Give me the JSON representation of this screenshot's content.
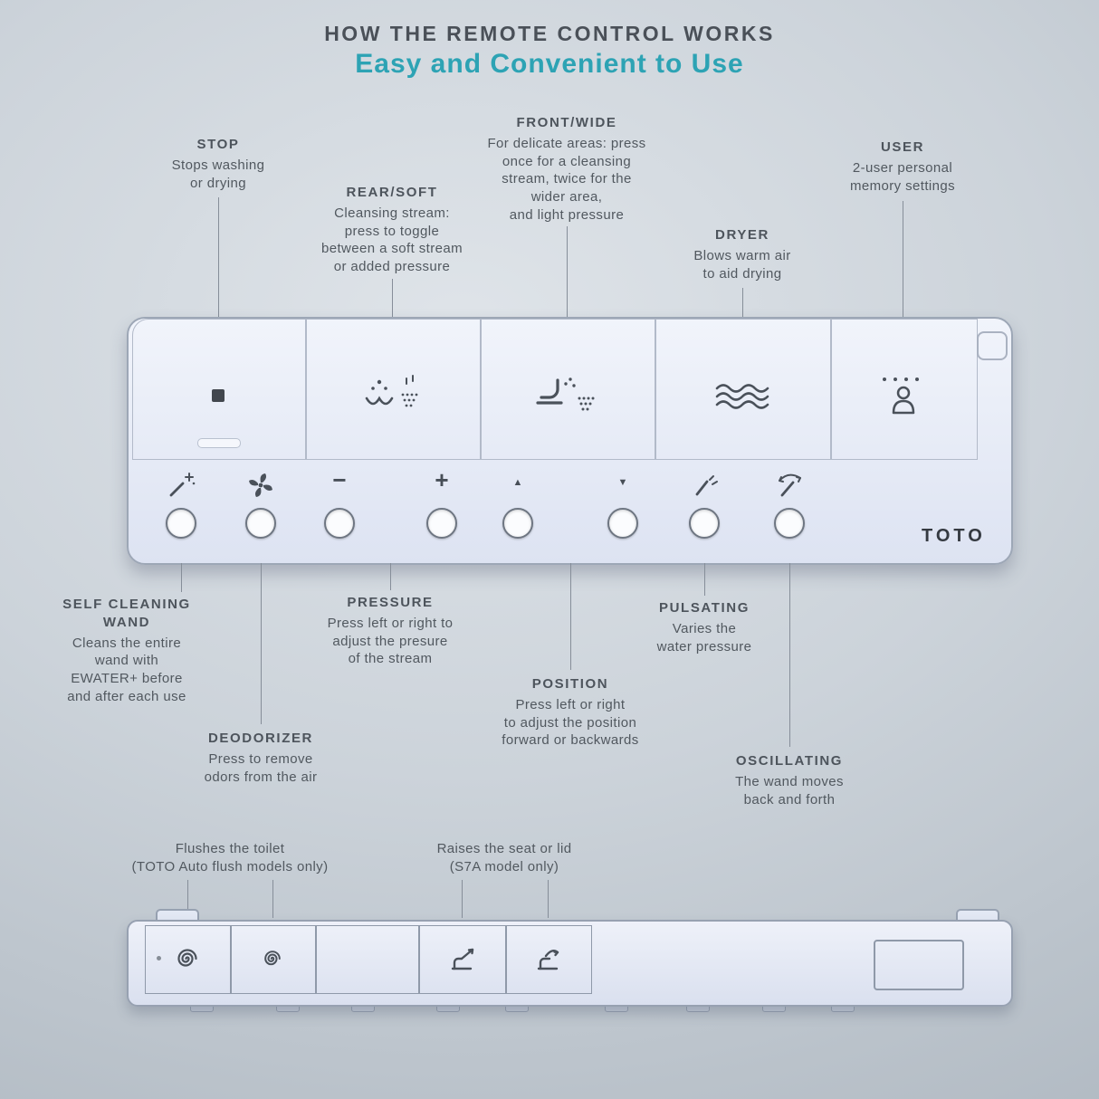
{
  "title": "HOW THE REMOTE CONTROL WORKS",
  "subtitle": "Easy and Convenient to Use",
  "brand": "TOTO",
  "colors": {
    "accent_teal": "#2da3b4",
    "text": "#4d545c",
    "remote_body": "#e9edf8"
  },
  "glyphs": {
    "minus": "−",
    "plus": "+",
    "up": "▲",
    "down": "▼"
  },
  "top_annotations": [
    {
      "label": "STOP",
      "desc": "Stops washing\nor drying"
    },
    {
      "label": "REAR/SOFT",
      "desc": "Cleansing stream:\npress to toggle\nbetween a soft stream\nor added pressure"
    },
    {
      "label": "FRONT/WIDE",
      "desc": "For delicate areas: press\nonce for a cleansing\nstream,  twice for the\nwider area,\nand light pressure"
    },
    {
      "label": "DRYER",
      "desc": "Blows warm air\nto aid drying"
    },
    {
      "label": "USER",
      "desc": "2-user personal\nmemory settings"
    }
  ],
  "bottom_annotations": [
    {
      "label": "SELF CLEANING\nWAND",
      "desc": "Cleans the entire\nwand with\nEWATER+ before\nand after each use"
    },
    {
      "label": "DEODORIZER",
      "desc": "Press to remove\nodors from the air"
    },
    {
      "label": "PRESSURE",
      "desc": "Press left or right to\nadjust the presure\nof the stream"
    },
    {
      "label": "POSITION",
      "desc": "Press left or right\nto adjust the position\nforward or backwards"
    },
    {
      "label": "PULSATING",
      "desc": "Varies the\nwater pressure"
    },
    {
      "label": "OSCILLATING",
      "desc": "The wand moves\nback and forth"
    }
  ],
  "back_annotations": [
    {
      "desc": "Flushes the toilet\n(TOTO Auto flush models only)"
    },
    {
      "desc": "Raises the seat or lid\n(S7A model only)"
    }
  ]
}
